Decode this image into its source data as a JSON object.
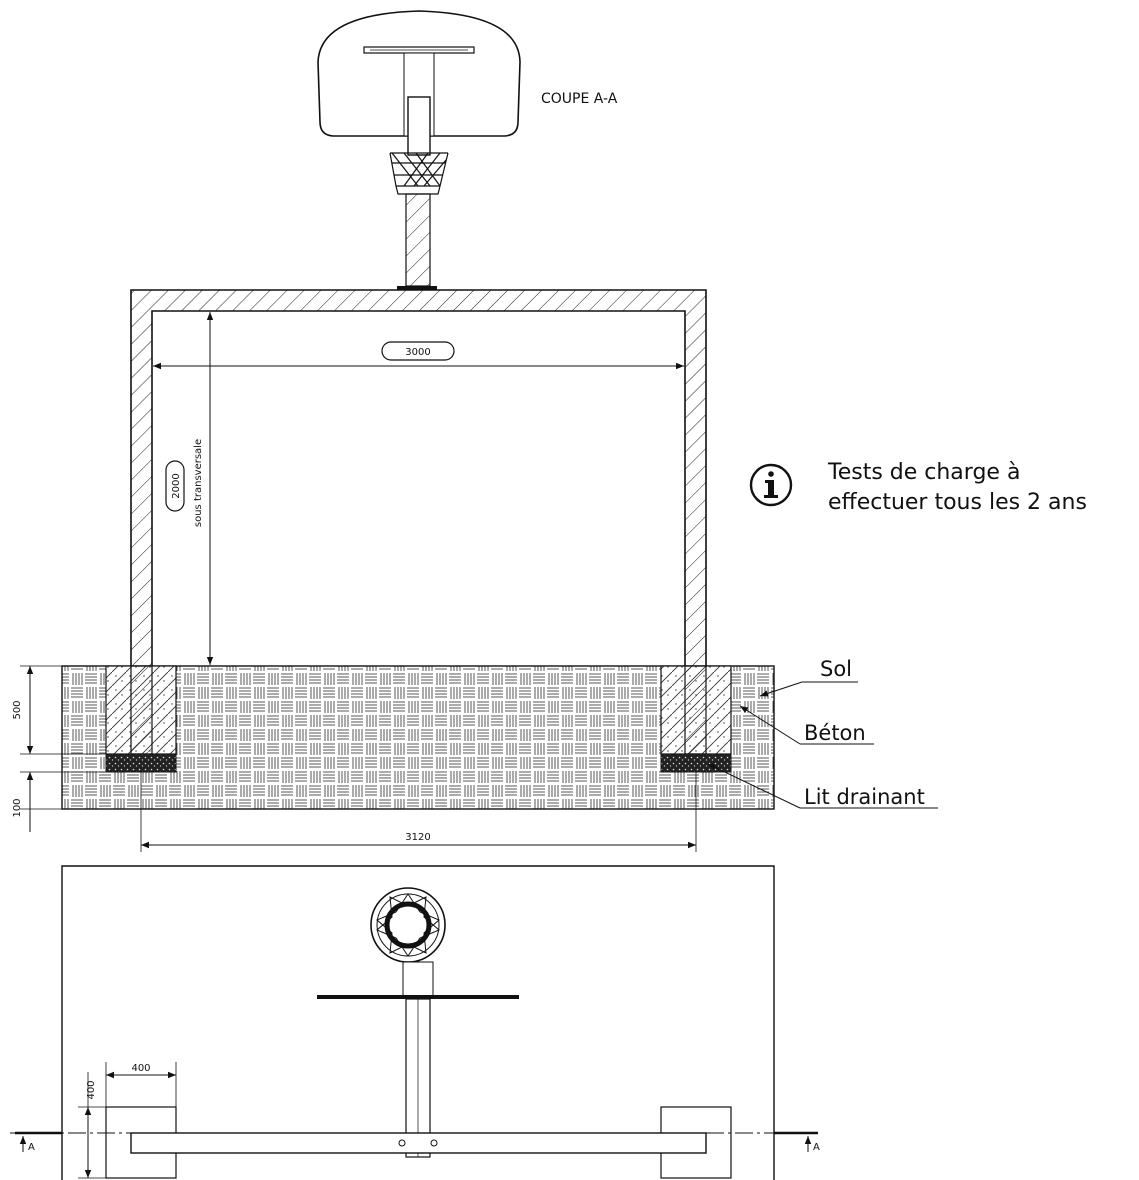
{
  "section_title": "COUPE A-A",
  "info_note": {
    "icon": "info-circle-icon",
    "line1": "Tests de charge à",
    "line2": "effectuer tous les 2 ans"
  },
  "dimensions": {
    "width_inner": "3000",
    "height_clearance": "2000",
    "height_note": "sous transversale",
    "footing_depth": "500",
    "drain_depth": "100",
    "footing_spacing": "3120",
    "footing_size": "400",
    "footing_size_plan": "400"
  },
  "materials": {
    "soil": "Sol",
    "concrete": "Béton",
    "drain_bed": "Lit drainant"
  },
  "section_marks": {
    "left": "A",
    "right": "A"
  }
}
